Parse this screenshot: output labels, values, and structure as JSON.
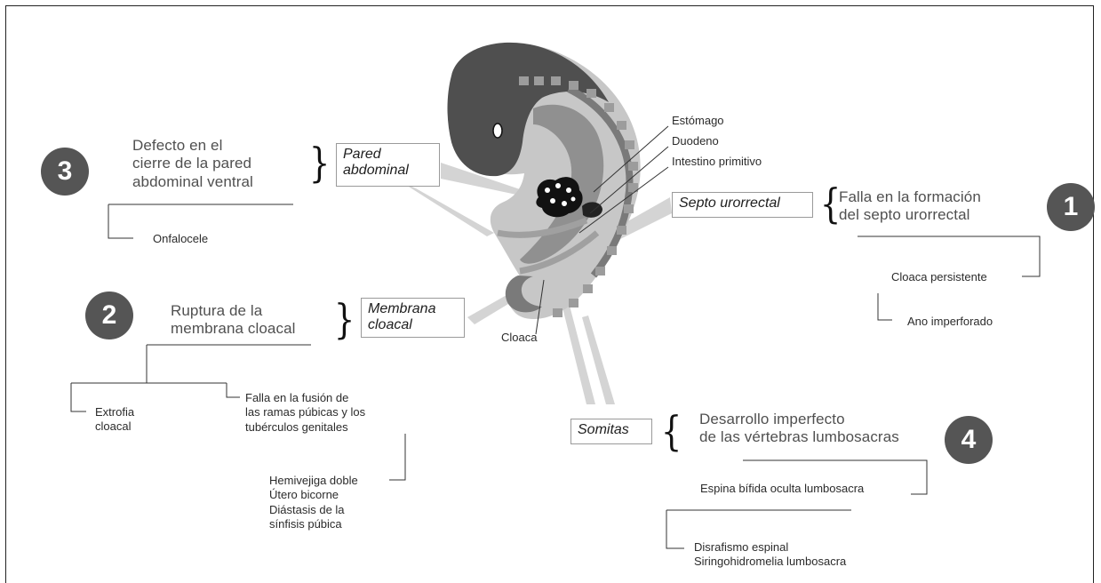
{
  "markers": {
    "n1": "1",
    "n2": "2",
    "n3": "3",
    "n4": "4"
  },
  "braces": {
    "open": "{",
    "close": "}"
  },
  "section3": {
    "cause": "Defecto en el\ncierre de la pared\nabdominal ventral",
    "structure": "Pared\nabdominal",
    "outcome": "Onfalocele"
  },
  "section2": {
    "cause": "Ruptura de la\nmembrana cloacal",
    "structure": "Membrana\ncloacal",
    "outcome_a": "Extrofia\ncloacal",
    "outcome_b": "Falla en la fusión de\nlas ramas púbicas y los\ntubérculos genitales",
    "outcome_b_sub": "Hemivejiga doble\nÚtero bicorne\nDiástasis de la\nsínfisis púbica"
  },
  "section1": {
    "structure": "Septo urorrectal",
    "cause": "Falla en la formación\ndel septo urorrectal",
    "outcome_a": "Cloaca persistente",
    "outcome_b": "Ano imperforado"
  },
  "section4": {
    "structure": "Somitas",
    "cause": "Desarrollo imperfecto\nde las vértebras lumbosacras",
    "outcome_a": "Espina bífida oculta lumbosacra",
    "outcome_b": "Disrafismo espinal\nSiringohidromelia lumbosacra"
  },
  "embryo_labels": {
    "stomach": "Estómago",
    "duodenum": "Duodeno",
    "primitive_gut": "Intestino primitivo",
    "cloaca": "Cloaca"
  },
  "colors": {
    "marker": "#555555",
    "embryo_dark": "#4f4f4f",
    "embryo_mid": "#8e8e8e",
    "embryo_light": "#c4c4c4",
    "pointer": "#d2d2d2"
  }
}
